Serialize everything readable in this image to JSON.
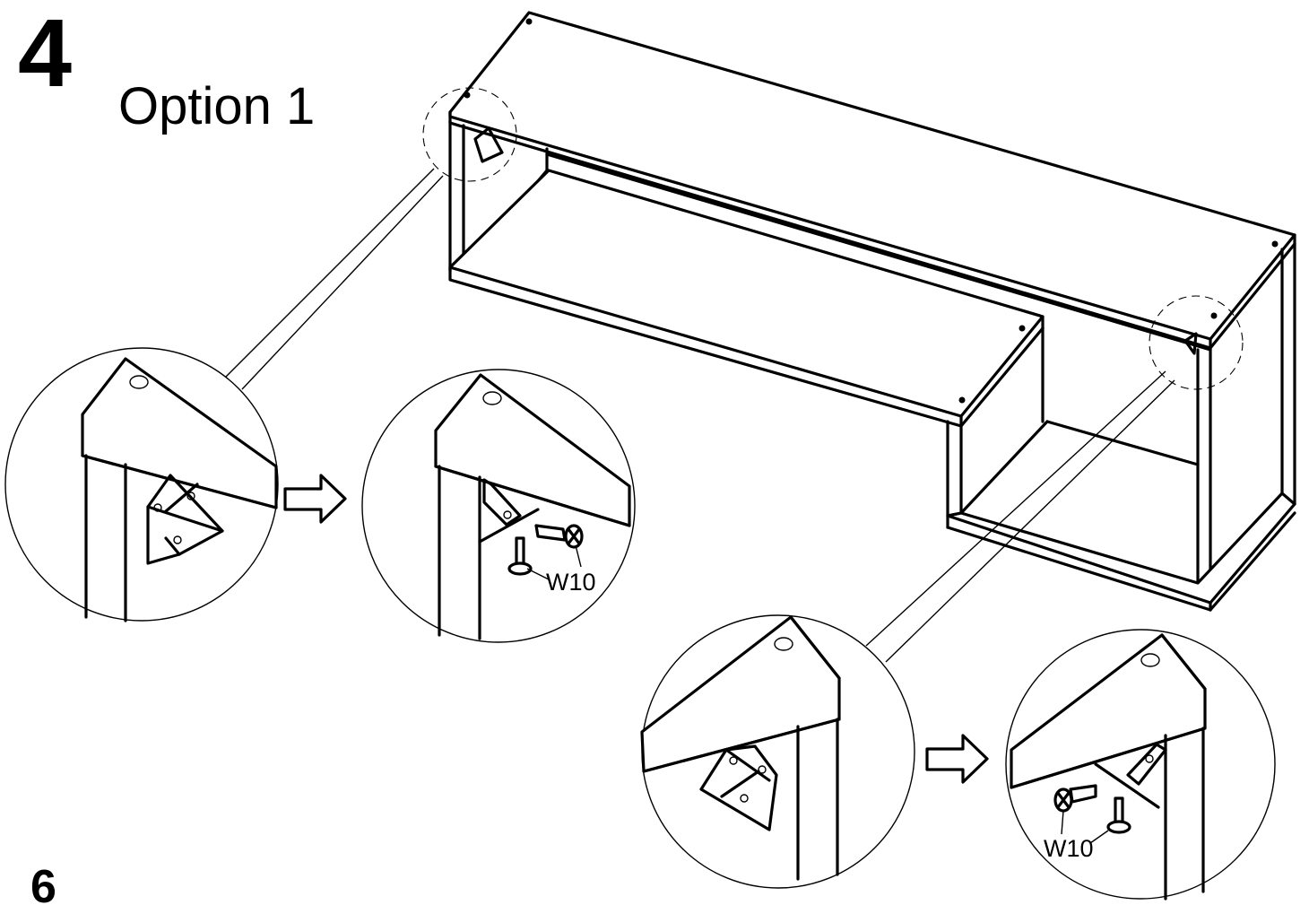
{
  "step": {
    "number": "4",
    "option_label": "Option 1"
  },
  "page": {
    "number": "6"
  },
  "parts": {
    "left_connector": "W10",
    "right_connector": "W10"
  },
  "icons": {
    "arrow": "arrow-right-icon",
    "connector": "corner-connector-icon",
    "screw": "screw-icon",
    "dowel": "dowel-icon"
  }
}
